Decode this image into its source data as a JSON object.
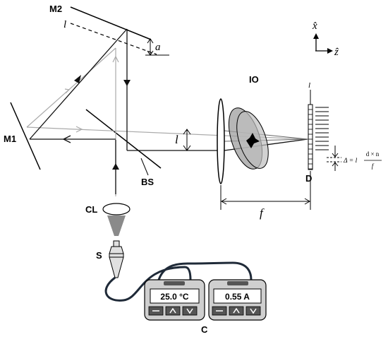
{
  "labels": {
    "m2": "M2",
    "m1": "M1",
    "bs": "BS",
    "io": "IO",
    "d": "D",
    "cl": "CL",
    "s": "S",
    "c": "C",
    "l_top": "l",
    "l_mid": "l",
    "l_detector": "l",
    "a": "a",
    "f": "f"
  },
  "axes": {
    "x": "x̂",
    "z": "ẑ"
  },
  "formula": {
    "lhs": "Δ = l",
    "numerator": "d × n",
    "denominator": "f"
  },
  "controllers": {
    "temperature": "25.0 °C",
    "current": "0.55 A"
  },
  "colors": {
    "beam_dark": "#222222",
    "beam_light": "#aaaaaa",
    "controller_body": "#cfcfcf",
    "display": "#ffffff",
    "button": "#555555",
    "lens_fill": "#bdbdbd",
    "io_fill": "#9e9e9e",
    "cable": "#1f2a38"
  }
}
